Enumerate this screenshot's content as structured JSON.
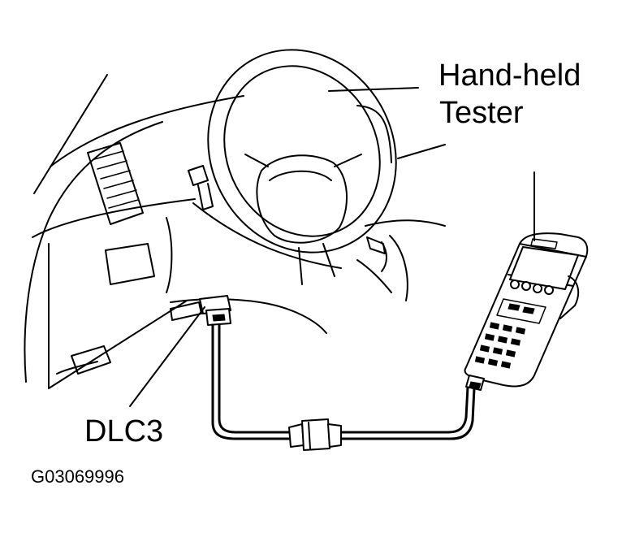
{
  "labels": {
    "tester_line1": "Hand-held",
    "tester_line2": "Tester",
    "connector": "DLC3",
    "figure_id": "G03069996"
  }
}
